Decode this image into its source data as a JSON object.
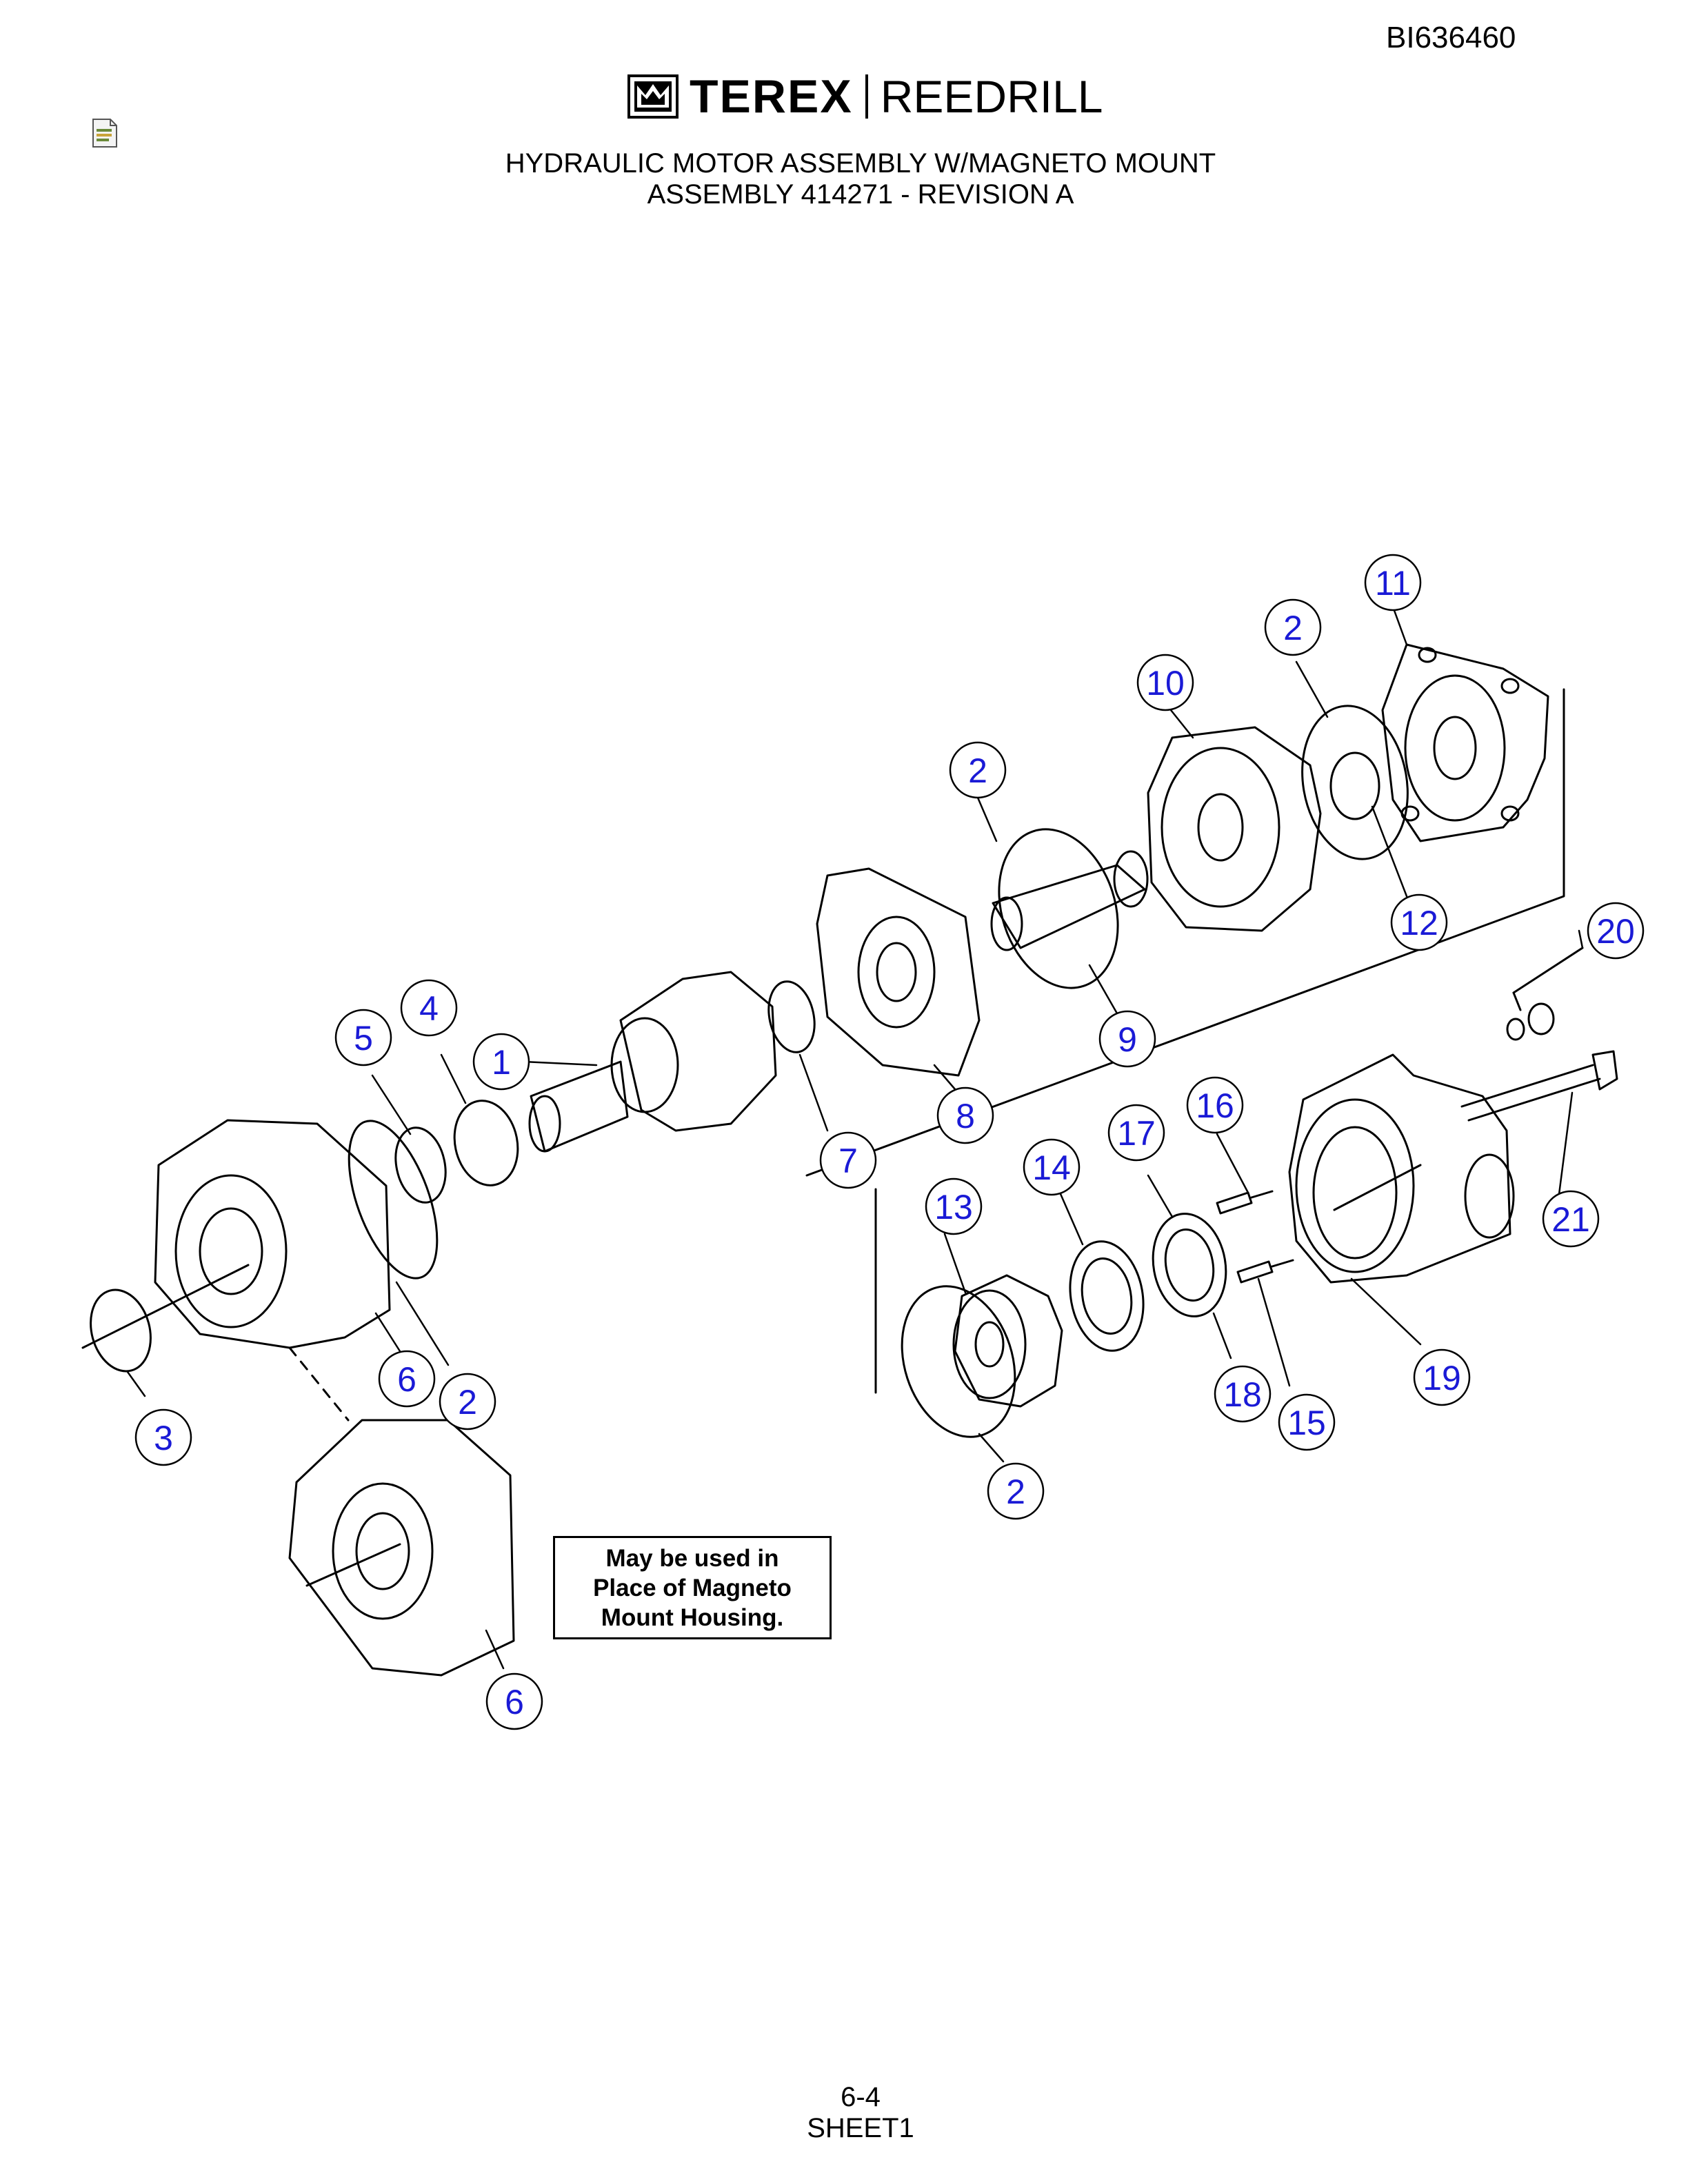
{
  "document_id": "BI636460",
  "brand": {
    "name1": "TEREX",
    "name2": "REEDRILL"
  },
  "icons": {
    "doc_icon": "document-icon",
    "brand_mark": "terex-crown-logo-icon"
  },
  "title": {
    "line1": "HYDRAULIC MOTOR ASSEMBLY W/MAGNETO MOUNT",
    "line2": "ASSEMBLY 414271 - REVISION A"
  },
  "note": {
    "line1": "May be used in",
    "line2": "Place of Magneto",
    "line3": "Mount Housing."
  },
  "callouts": [
    {
      "id": "c11",
      "label": "11"
    },
    {
      "id": "c2a",
      "label": "2"
    },
    {
      "id": "c10",
      "label": "10"
    },
    {
      "id": "c2b",
      "label": "2"
    },
    {
      "id": "c12",
      "label": "12"
    },
    {
      "id": "c20",
      "label": "20"
    },
    {
      "id": "c4",
      "label": "4"
    },
    {
      "id": "c5",
      "label": "5"
    },
    {
      "id": "c1",
      "label": "1"
    },
    {
      "id": "c9",
      "label": "9"
    },
    {
      "id": "c16",
      "label": "16"
    },
    {
      "id": "c8",
      "label": "8"
    },
    {
      "id": "c17",
      "label": "17"
    },
    {
      "id": "c7",
      "label": "7"
    },
    {
      "id": "c14",
      "label": "14"
    },
    {
      "id": "c13",
      "label": "13"
    },
    {
      "id": "c21",
      "label": "21"
    },
    {
      "id": "c6a",
      "label": "6"
    },
    {
      "id": "c2c",
      "label": "2"
    },
    {
      "id": "c19",
      "label": "19"
    },
    {
      "id": "c18",
      "label": "18"
    },
    {
      "id": "c3",
      "label": "3"
    },
    {
      "id": "c15",
      "label": "15"
    },
    {
      "id": "c2d",
      "label": "2"
    },
    {
      "id": "c6b",
      "label": "6"
    }
  ],
  "footer": {
    "page": "6-4",
    "sheet": "SHEET1"
  },
  "colors": {
    "callout": "#1a1ad6",
    "line": "#000000"
  }
}
